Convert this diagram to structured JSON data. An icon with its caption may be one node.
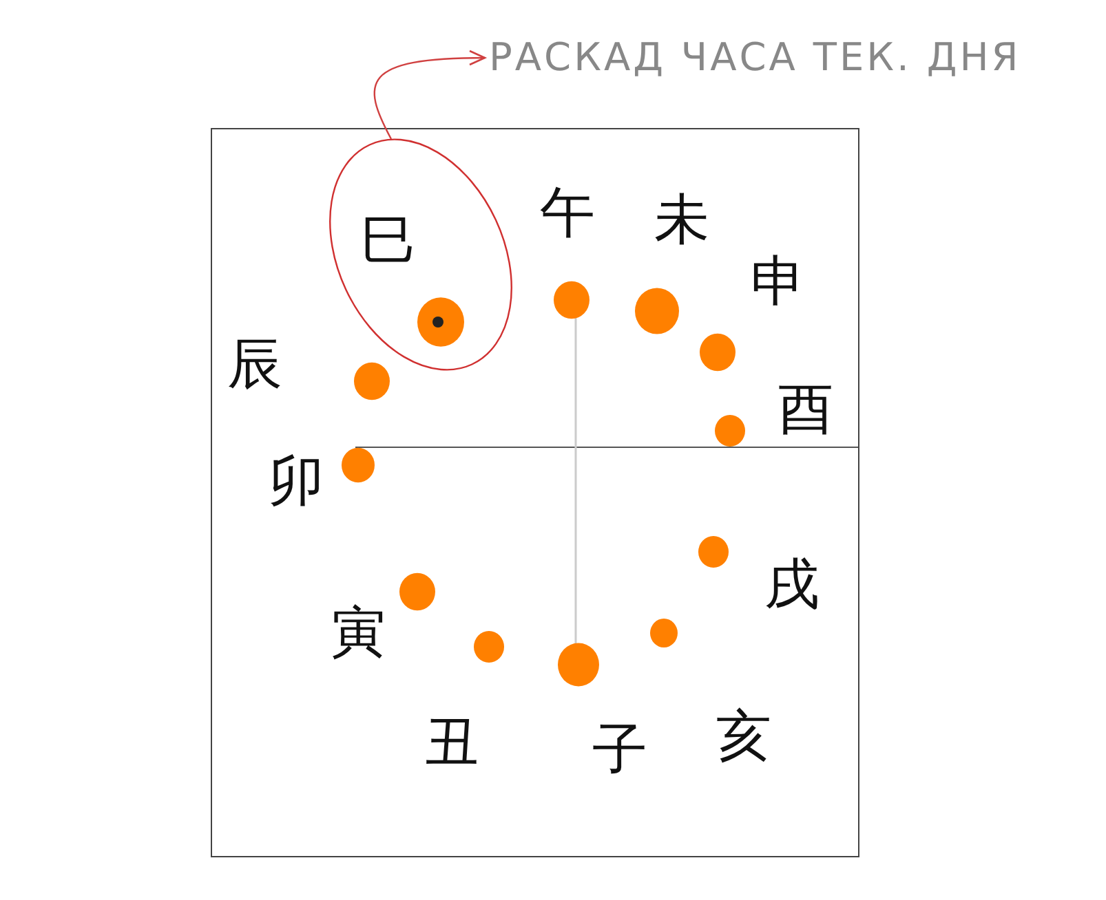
{
  "diagram": {
    "nodes": [
      {
        "text": [
          "巳"
        ]
      },
      {
        "text": [
          "РАСКАД ЧАСА ТЕК. ДНЯ"
        ]
      }
    ],
    "edges": [
      {
        "from": 0,
        "to": 1,
        "arrow": "to"
      }
    ],
    "labels": [
      "午",
      "未",
      "申",
      "辰",
      "酉",
      "卯",
      "戌",
      "寅",
      "亥",
      "丑",
      "子"
    ]
  }
}
